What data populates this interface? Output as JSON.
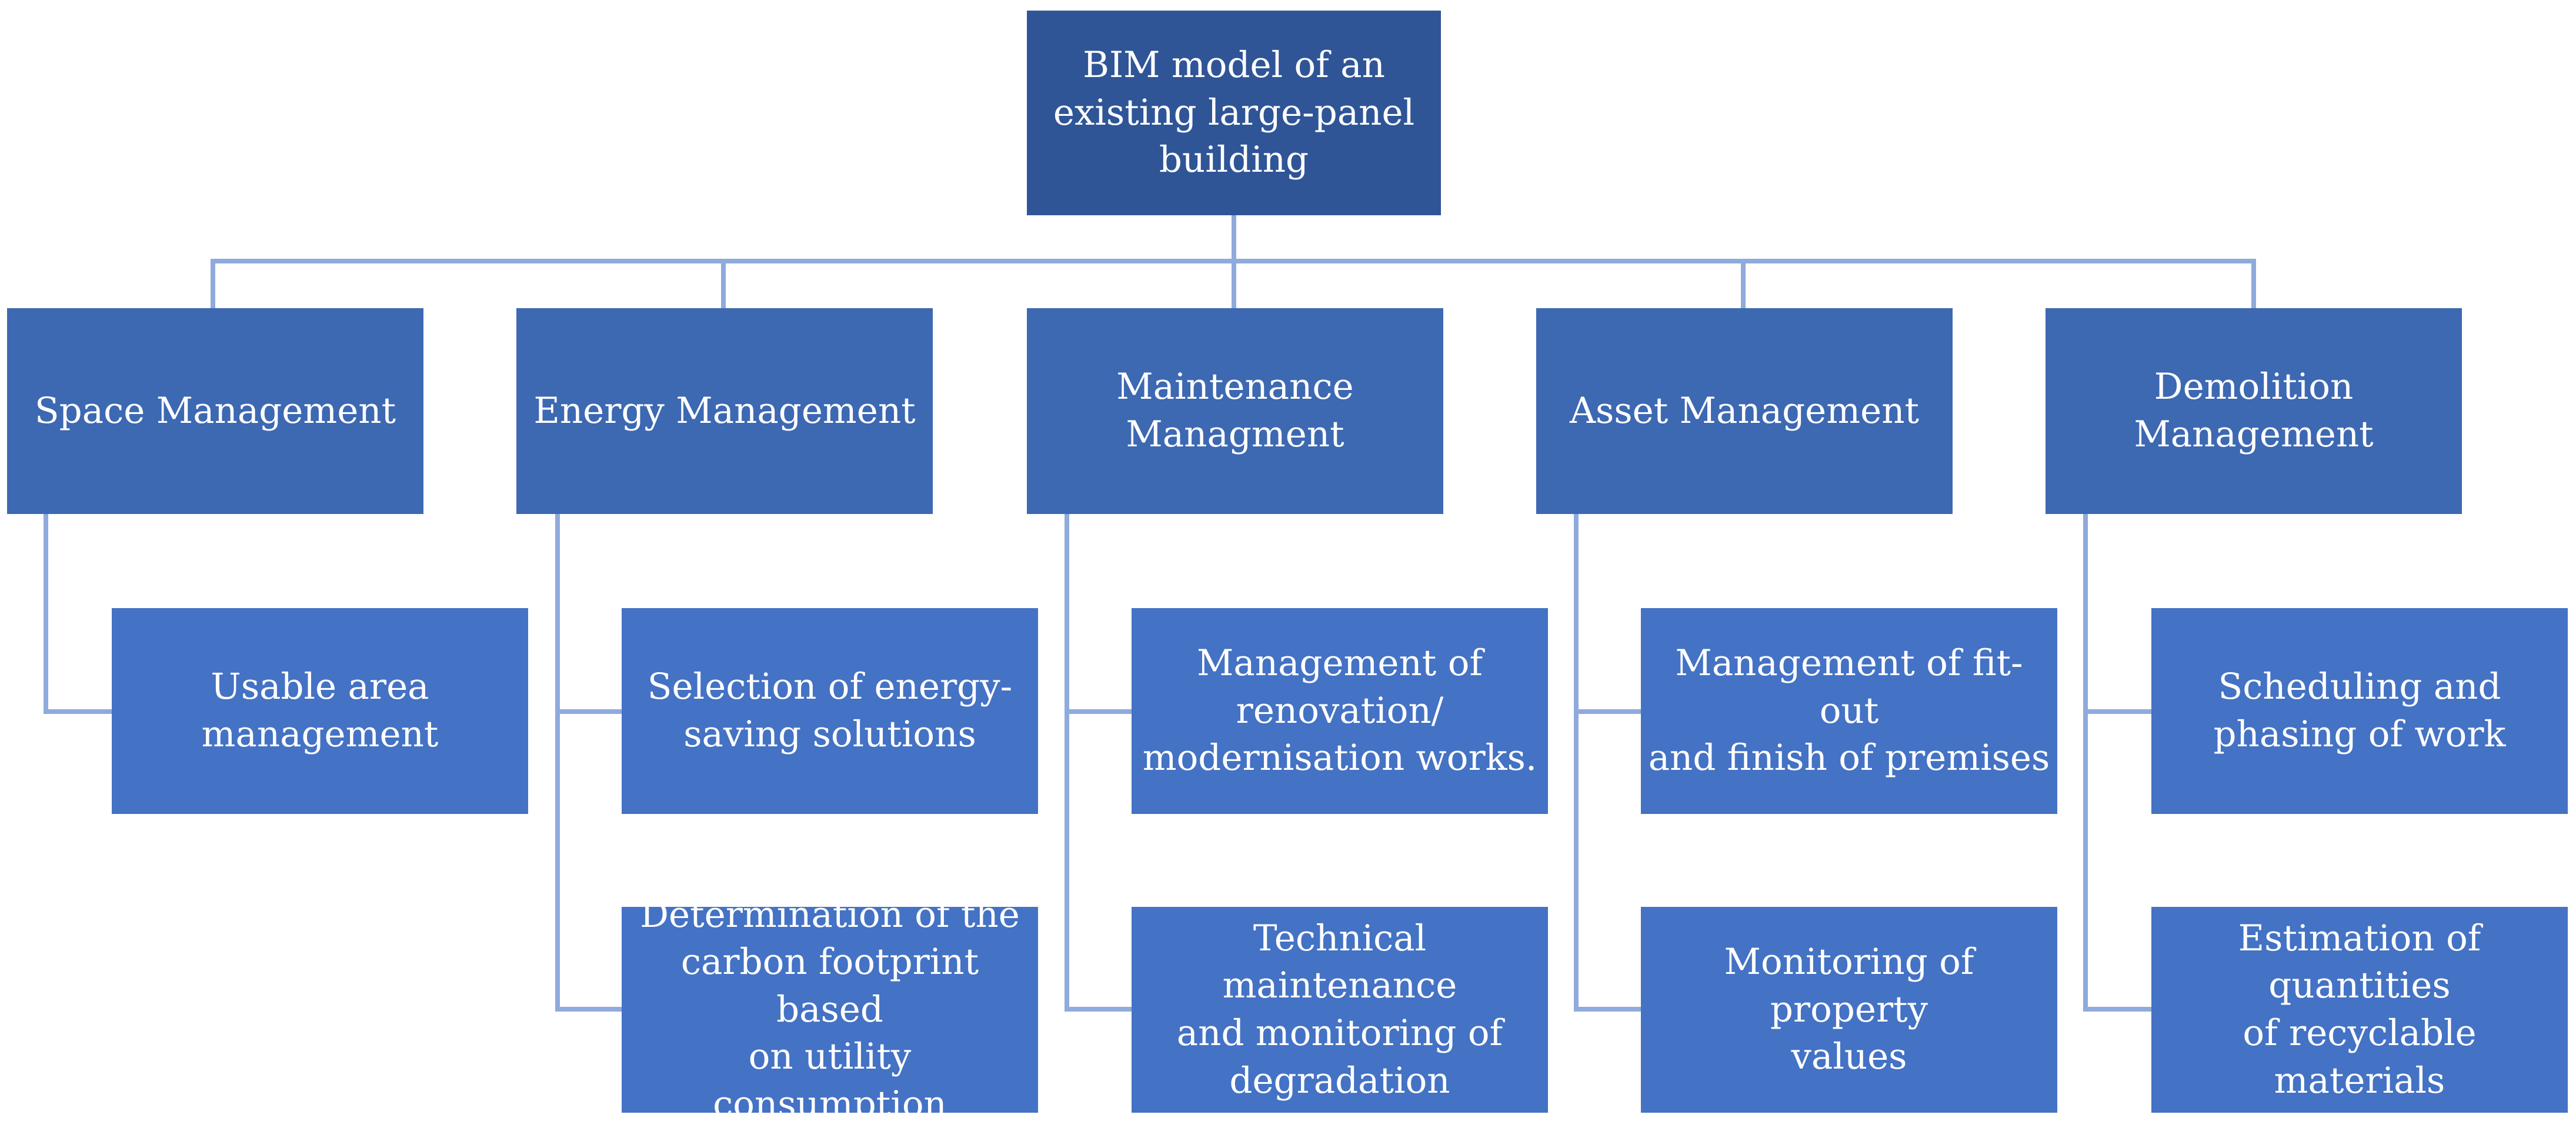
{
  "colors": {
    "root_fill": "#2f5597",
    "category_fill": "#3d68b2",
    "leaf_fill": "#4472c4",
    "connector": "#8faadc",
    "text": "#ffffff"
  },
  "root": {
    "label": "BIM model of an\nexisting large-panel\nbuilding"
  },
  "categories": [
    {
      "label": "Space Management",
      "items": [
        {
          "label": "Usable area\nmanagement"
        }
      ]
    },
    {
      "label": "Energy Management",
      "items": [
        {
          "label": "Selection of energy-\nsaving solutions"
        },
        {
          "label": "Determination of the\ncarbon footprint based\non utility consumption"
        }
      ]
    },
    {
      "label": "Maintenance\nManagment",
      "items": [
        {
          "label": "Management of\nrenovation/\nmodernisation works."
        },
        {
          "label": "Technical maintenance\nand monitoring of\ndegradation"
        }
      ]
    },
    {
      "label": "Asset Management",
      "items": [
        {
          "label": "Management of fit-out\nand finish of premises"
        },
        {
          "label": "Monitoring of property\nvalues"
        }
      ]
    },
    {
      "label": "Demolition\nManagement",
      "items": [
        {
          "label": "Scheduling and\nphasing of work"
        },
        {
          "label": "Estimation of quantities\nof recyclable materials"
        }
      ]
    }
  ]
}
